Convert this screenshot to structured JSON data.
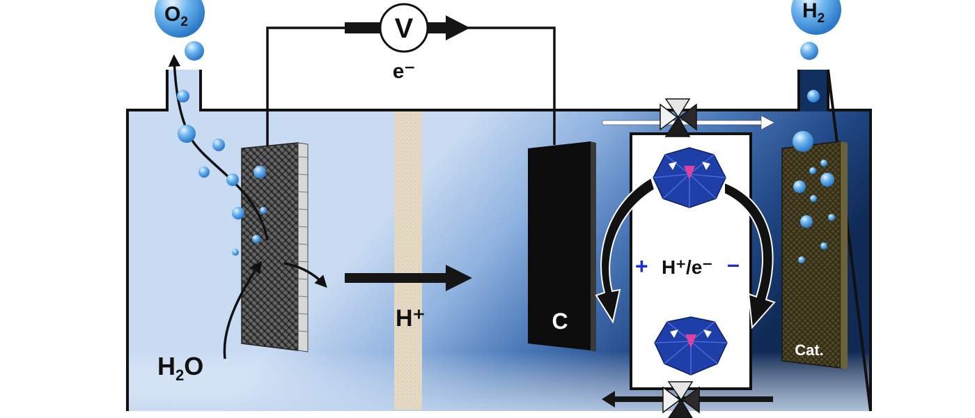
{
  "labels": {
    "o2": "O",
    "o2_sub": "2",
    "h2": "H",
    "h2_sub": "2",
    "voltmeter": "V",
    "electron": "e⁻",
    "water": "H",
    "water_sub": "2",
    "water_tail": "O",
    "proton": "H⁺",
    "carbon_electrode": "C",
    "catalyst_electrode": "Cat.",
    "mediator_plus": "+",
    "mediator_text": "H⁺/e⁻",
    "mediator_minus": "–"
  },
  "colors": {
    "anode_solution": "#c9dbf2",
    "cathode_dark": "#0f2a55",
    "membrane": "#e5d9c4",
    "mediator_blue": "#1e3ea8",
    "mediator_core": "#e040a0",
    "bubble": "#5aa8e6"
  }
}
